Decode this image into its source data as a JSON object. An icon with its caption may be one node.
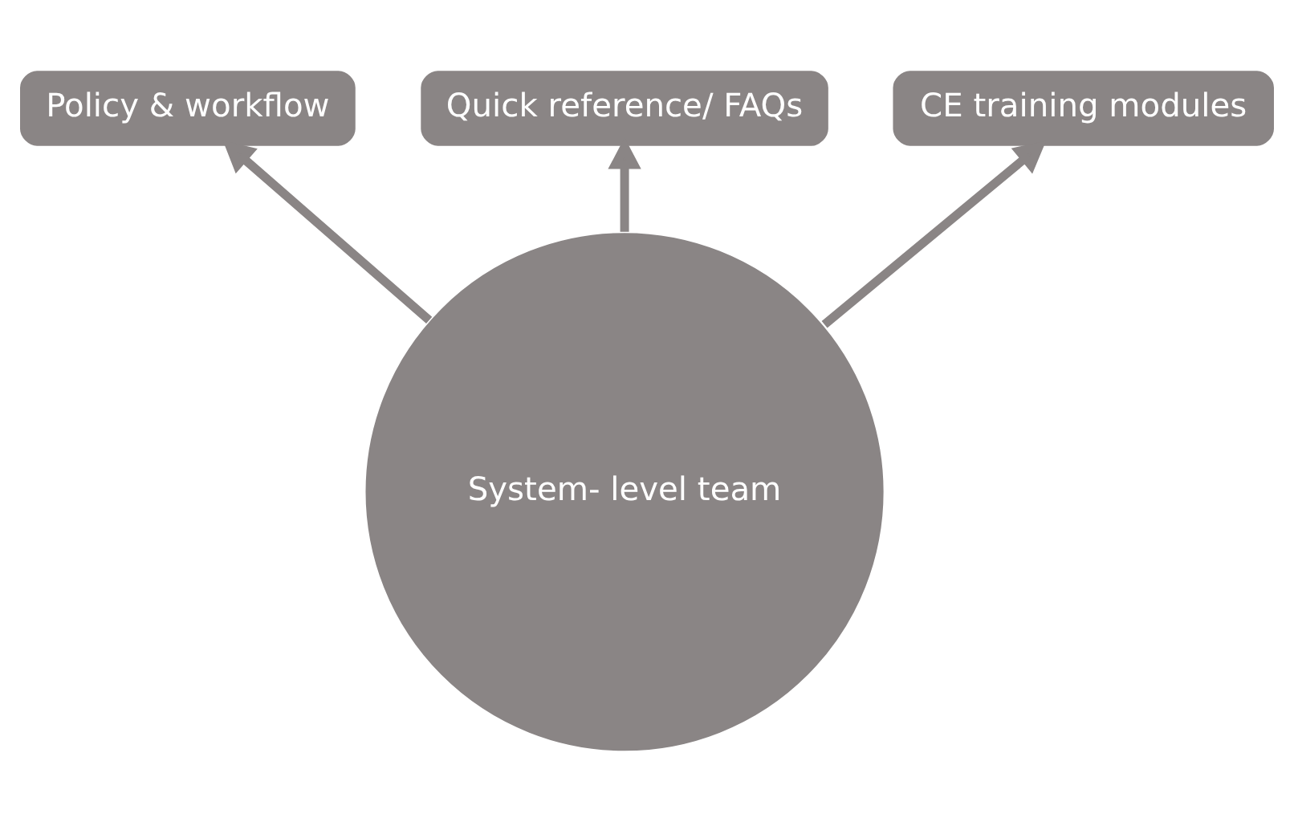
{
  "diagram": {
    "nodes": [
      {
        "text": [
          "Policy & workflow"
        ]
      },
      {
        "text": [
          "Quick reference/ FAQs"
        ]
      },
      {
        "text": [
          "CE training modules"
        ]
      },
      {
        "text": [
          "System- level team"
        ]
      }
    ],
    "edges": [
      {
        "from": 3,
        "to": 0,
        "arrow": "to"
      },
      {
        "from": 3,
        "to": 1,
        "arrow": "to"
      },
      {
        "from": 3,
        "to": 2,
        "arrow": "to"
      }
    ]
  }
}
